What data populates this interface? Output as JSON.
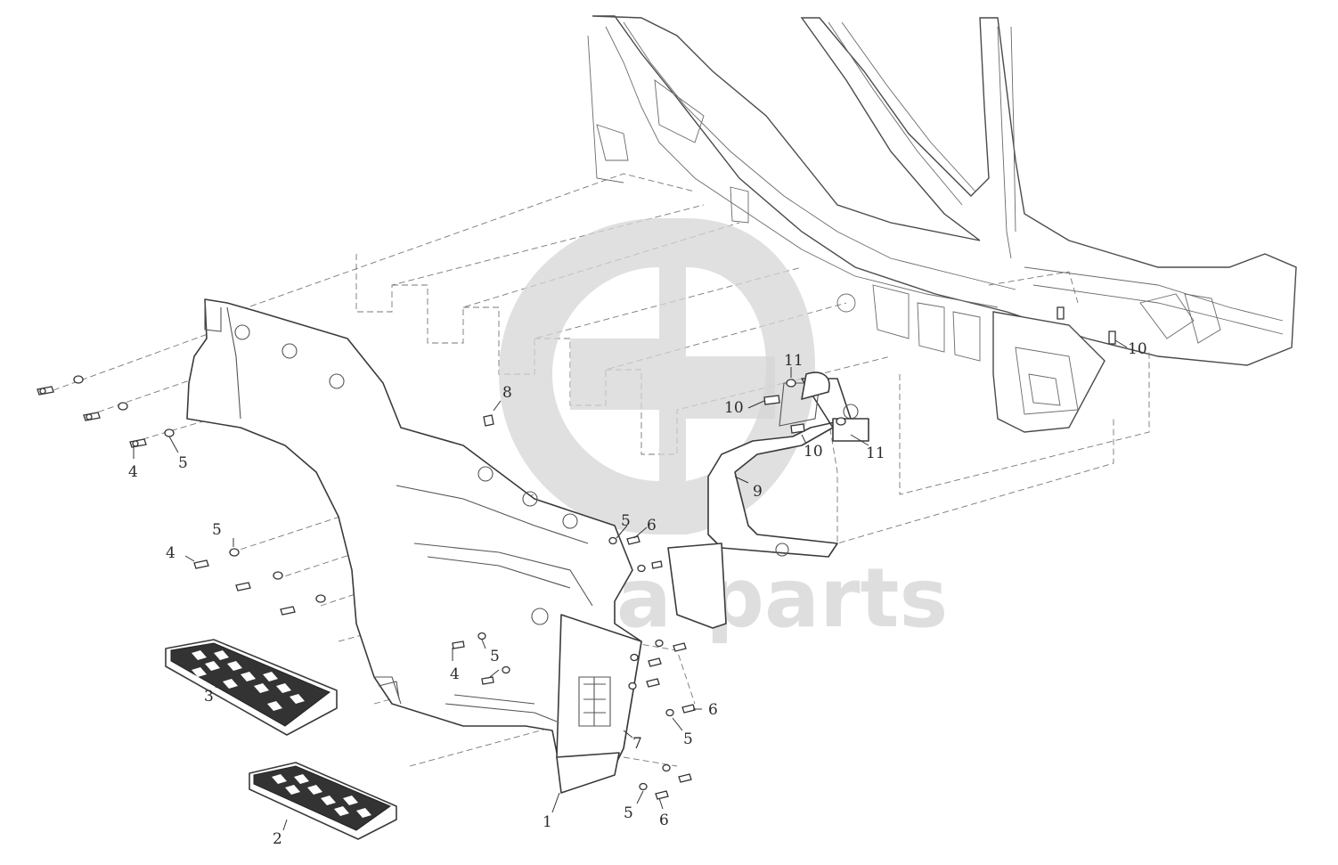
{
  "diagram": {
    "callouts": [
      {
        "id": "c1",
        "label": "1"
      },
      {
        "id": "c2",
        "label": "2"
      },
      {
        "id": "c3",
        "label": "3"
      },
      {
        "id": "c4a",
        "label": "4"
      },
      {
        "id": "c4b",
        "label": "4"
      },
      {
        "id": "c4c",
        "label": "4"
      },
      {
        "id": "c5a",
        "label": "5"
      },
      {
        "id": "c5b",
        "label": "5"
      },
      {
        "id": "c5c",
        "label": "5"
      },
      {
        "id": "c5d",
        "label": "5"
      },
      {
        "id": "c5e",
        "label": "5"
      },
      {
        "id": "c5f",
        "label": "5"
      },
      {
        "id": "c6a",
        "label": "6"
      },
      {
        "id": "c6b",
        "label": "6"
      },
      {
        "id": "c6c",
        "label": "6"
      },
      {
        "id": "c7",
        "label": "7"
      },
      {
        "id": "c8",
        "label": "8"
      },
      {
        "id": "c9",
        "label": "9"
      },
      {
        "id": "c10a",
        "label": "10"
      },
      {
        "id": "c10b",
        "label": "10"
      },
      {
        "id": "c10c",
        "label": "10"
      },
      {
        "id": "c11a",
        "label": "11"
      },
      {
        "id": "c11b",
        "label": "11"
      }
    ]
  },
  "watermark": {
    "text": "data-parts"
  },
  "colors": {
    "line": "#3a3a3a",
    "watermark": "#d6d6d6",
    "background": "#ffffff"
  }
}
